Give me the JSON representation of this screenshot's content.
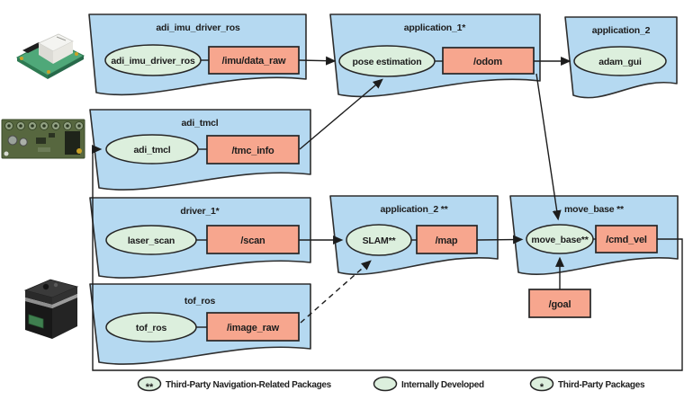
{
  "packages": {
    "imu": {
      "title": "adi_imu_driver_ros",
      "node": "adi_imu_driver_ros",
      "topic": "/imu/data_raw"
    },
    "app1": {
      "title": "application_1*",
      "node": "pose estimation",
      "topic": "/odom"
    },
    "app2gui": {
      "title": "application_2",
      "node": "adam_gui"
    },
    "tmcl": {
      "title": "adi_tmcl",
      "node": "adi_tmcl",
      "topic": "/tmc_info"
    },
    "driver1": {
      "title": "driver_1*",
      "node": "laser_scan",
      "topic": "/scan"
    },
    "app2slam": {
      "title": "application_2 **",
      "node": "SLAM**",
      "topic": "/map"
    },
    "movebase": {
      "title": "move_base **",
      "node": "move_base**",
      "topic": "/cmd_vel"
    },
    "tof": {
      "title": "tof_ros",
      "node": "tof_ros",
      "topic": "/image_raw"
    }
  },
  "standalone_topics": {
    "goal": "/goal"
  },
  "legend": {
    "items": [
      {
        "symbol": "**",
        "label": "Third-Party Navigation-Related Packages"
      },
      {
        "symbol": "",
        "label": "Internally Developed"
      },
      {
        "symbol": "*",
        "label": "Third-Party Packages"
      }
    ]
  },
  "colors": {
    "package-fill": "#b5d9f1",
    "package-stroke": "#2e2e2e",
    "node-fill": "#dcefdd",
    "topic-fill": "#f7a68e",
    "line": "#1c1c1c",
    "text": "#1d1d1d"
  }
}
